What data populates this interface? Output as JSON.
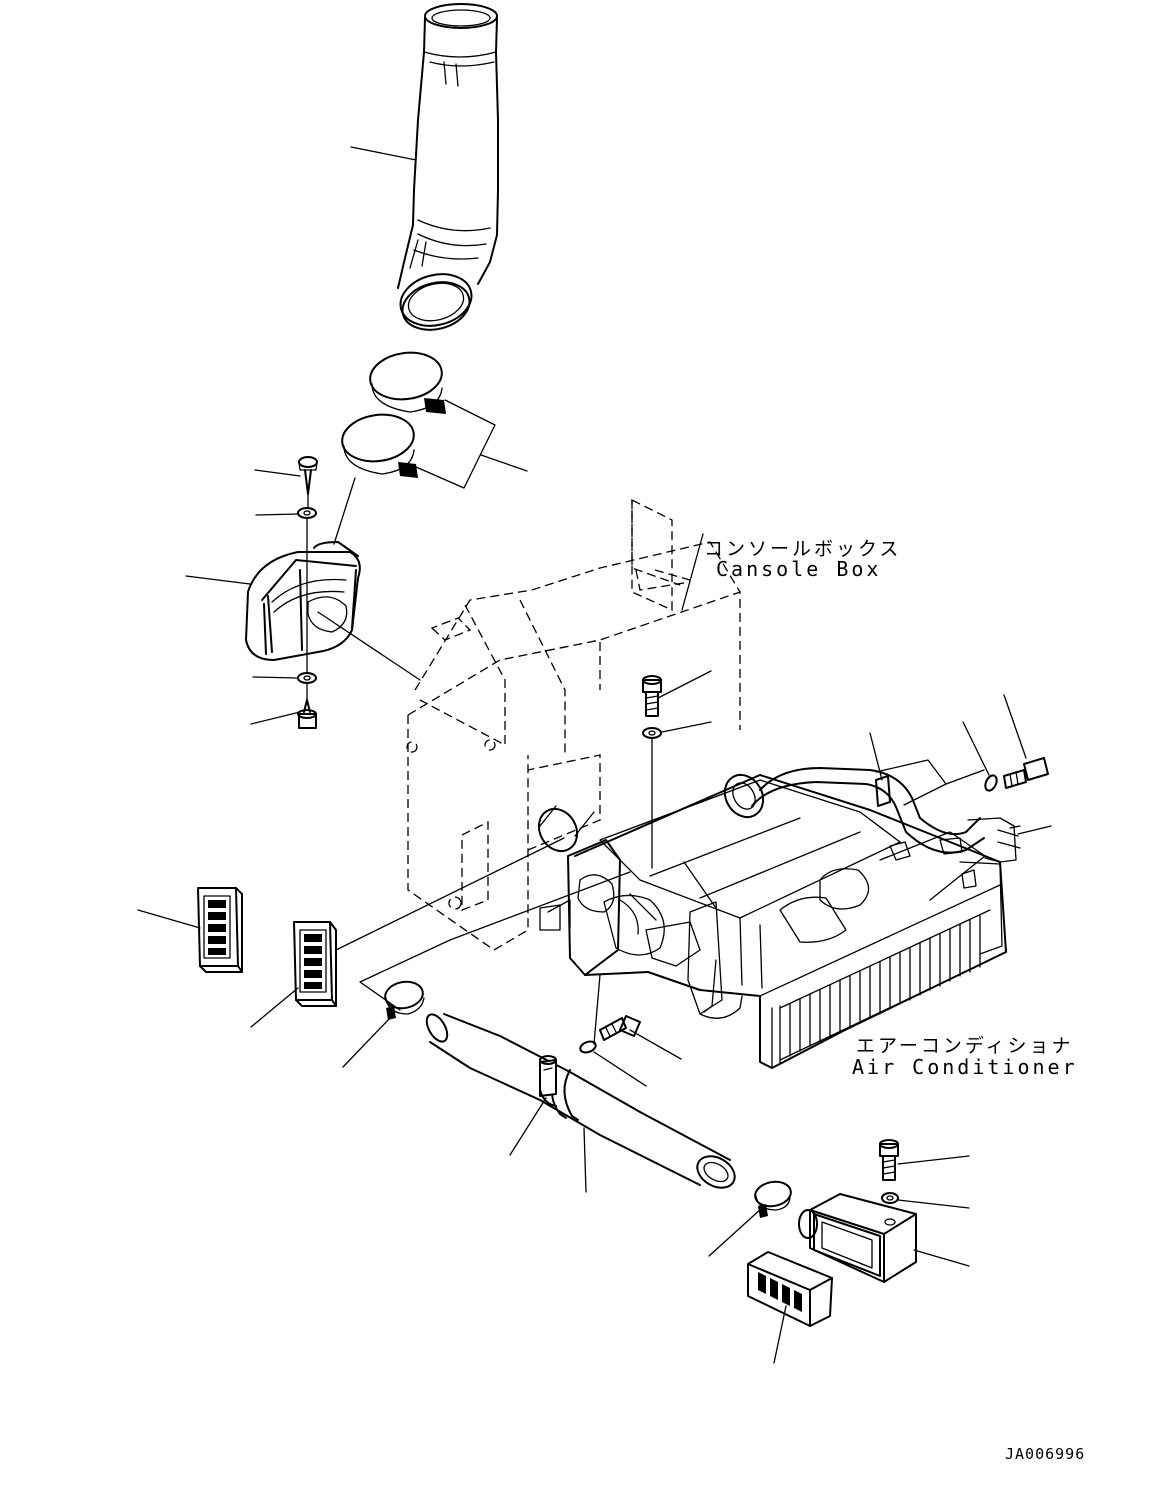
{
  "labels": {
    "console_box_jp": "コンソールボックス",
    "console_box_en": "Cansole Box",
    "air_conditioner_jp": "エアーコンディショナ",
    "air_conditioner_en": "Air Conditioner"
  },
  "figure_id": "JA006996"
}
